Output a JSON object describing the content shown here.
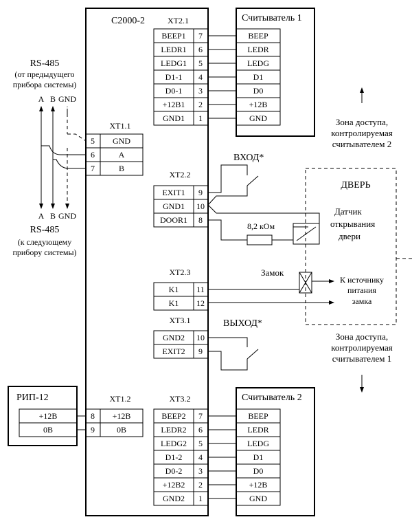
{
  "device": {
    "name": "С2000-2"
  },
  "reader1": {
    "title": "Считыватель 1"
  },
  "reader2": {
    "title": "Считыватель 2"
  },
  "xt21": {
    "title": "XT2.1",
    "rows": [
      {
        "label": "BEEP1",
        "pin": "7",
        "dst": "BEEP"
      },
      {
        "label": "LEDR1",
        "pin": "6",
        "dst": "LEDR"
      },
      {
        "label": "LEDG1",
        "pin": "5",
        "dst": "LEDG"
      },
      {
        "label": "D1-1",
        "pin": "4",
        "dst": "D1"
      },
      {
        "label": "D0-1",
        "pin": "3",
        "dst": "D0"
      },
      {
        "label": "+12B1",
        "pin": "2",
        "dst": "+12B"
      },
      {
        "label": "GND1",
        "pin": "1",
        "dst": "GND"
      }
    ]
  },
  "xt32": {
    "title": "XT3.2",
    "rows": [
      {
        "label": "BEEP2",
        "pin": "7",
        "dst": "BEEP"
      },
      {
        "label": "LEDR2",
        "pin": "6",
        "dst": "LEDR"
      },
      {
        "label": "LEDG2",
        "pin": "5",
        "dst": "LEDG"
      },
      {
        "label": "D1-2",
        "pin": "4",
        "dst": "D1"
      },
      {
        "label": "D0-2",
        "pin": "3",
        "dst": "D0"
      },
      {
        "label": "+12B2",
        "pin": "2",
        "dst": "+12B"
      },
      {
        "label": "GND2",
        "pin": "1",
        "dst": "GND"
      }
    ]
  },
  "xt11": {
    "title": "XT1.1",
    "rows": [
      {
        "pin": "5",
        "label": "GND"
      },
      {
        "pin": "6",
        "label": "A"
      },
      {
        "pin": "7",
        "label": "B"
      }
    ]
  },
  "xt22": {
    "title": "XT2.2",
    "rows": [
      {
        "label": "EXIT1",
        "pin": "9"
      },
      {
        "label": "GND1",
        "pin": "10"
      },
      {
        "label": "DOOR1",
        "pin": "8"
      }
    ]
  },
  "xt23": {
    "title": "XT2.3",
    "rows": [
      {
        "label": "K1",
        "pin": "11"
      },
      {
        "label": "K1",
        "pin": "12"
      }
    ]
  },
  "xt31": {
    "title": "XT3.1",
    "rows": [
      {
        "label": "GND2",
        "pin": "10"
      },
      {
        "label": "EXIT2",
        "pin": "9"
      }
    ]
  },
  "xt12": {
    "title": "XT1.2",
    "rows": [
      {
        "pin": "8",
        "label": "+12В"
      },
      {
        "pin": "9",
        "label": "0В"
      }
    ]
  },
  "rip": {
    "title": "РИП-12",
    "rows": [
      "+12В",
      "0В"
    ]
  },
  "rs485_top": {
    "title": "RS-485",
    "line1": "(от предыдущего",
    "line2": "прибора системы)",
    "signals": [
      "A",
      "B",
      "GND"
    ]
  },
  "rs485_bottom": {
    "title": "RS-485",
    "line1": "(к следующему",
    "line2": "прибору системы)",
    "signals": [
      "A",
      "B",
      "GND"
    ]
  },
  "labels": {
    "entry": "ВХОД*",
    "exit": "ВЫХОД*",
    "door": "ДВЕРЬ",
    "sensor_l1": "Датчик",
    "sensor_l2": "открывания",
    "sensor_l3": "двери",
    "resistor": "8,2 кОм",
    "lock": "Замок",
    "power_l1": "К источнику",
    "power_l2": "питания",
    "power_l3": "замка",
    "zone2_l1": "Зона доступа,",
    "zone2_l2": "контролируемая",
    "zone2_l3": "считывателем 2",
    "zone1_l1": "Зона доступа,",
    "zone1_l2": "контролируемая",
    "zone1_l3": "считывателем 1"
  }
}
